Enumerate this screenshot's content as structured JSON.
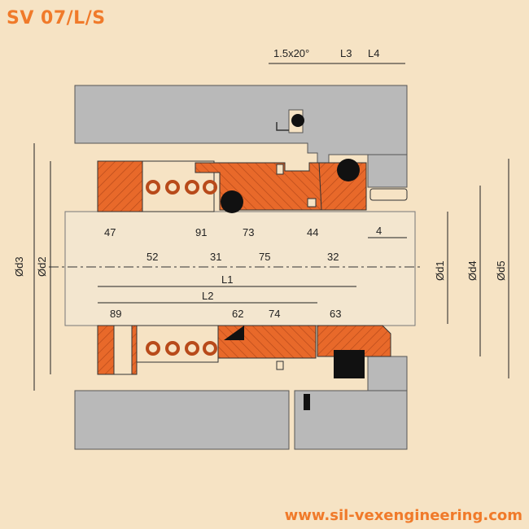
{
  "title": "SV 07/L/S",
  "website": "www.sil-vexengineering.com",
  "colors": {
    "background": "#f6e3c4",
    "housing": "#b9b9b9",
    "orange": "#e8692a",
    "shaft": "#f3e6cf",
    "title": "#f07a2a"
  },
  "top_dimensions": [
    "1.5x20°",
    "L3",
    "L4"
  ],
  "part_numbers": {
    "p47": "47",
    "p52": "52",
    "p91": "91",
    "p31": "31",
    "p73": "73",
    "p75": "75",
    "p44": "44",
    "p32": "32",
    "p89": "89",
    "p62": "62",
    "p74": "74",
    "p63": "63"
  },
  "dimensions": {
    "d3": "Ød3",
    "d2": "Ød2",
    "d1": "Ød1",
    "d4": "Ød4",
    "d5": "Ød5",
    "L1": "L1",
    "L2": "L2",
    "four": "4"
  }
}
